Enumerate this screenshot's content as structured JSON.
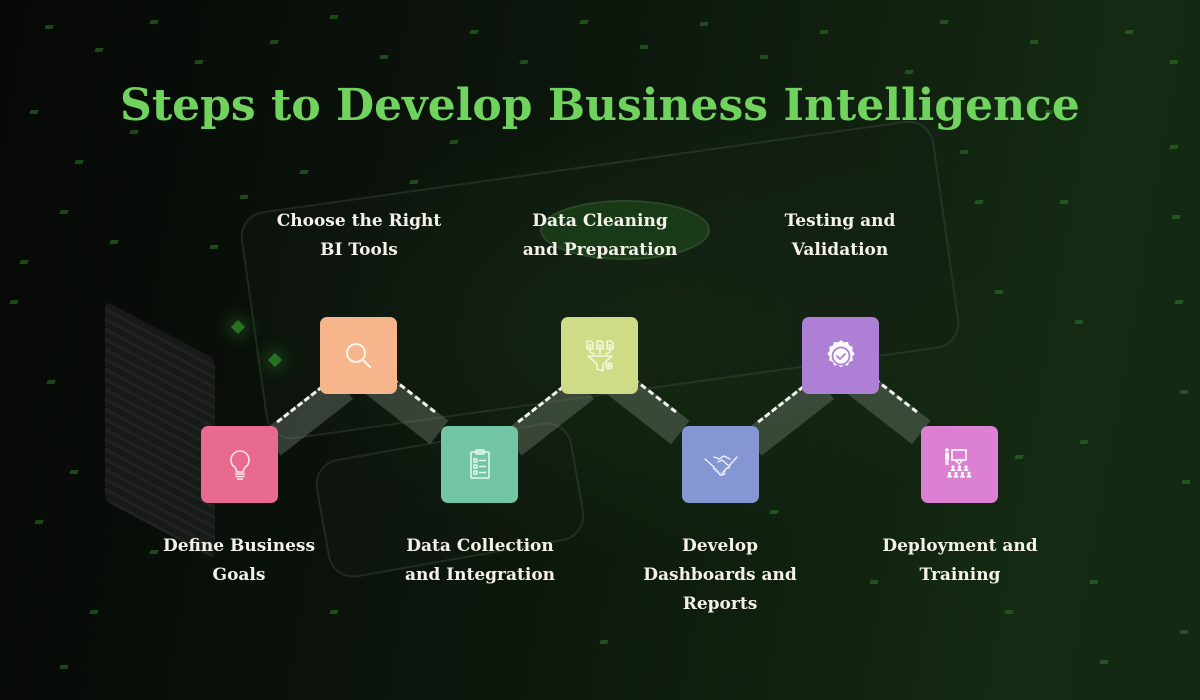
{
  "title": "Steps to Develop Business Intelligence",
  "colors": {
    "title": "#6fd35e",
    "label": "#f4f1ea",
    "background": "#0a110a"
  },
  "steps": [
    {
      "order": 1,
      "label_line1": "Define Business",
      "label_line2": "Goals",
      "label_line3": "",
      "icon": "lightbulb-icon",
      "color": "#e86a8f",
      "position": "bottom"
    },
    {
      "order": 2,
      "label_line1": "Choose the Right",
      "label_line2": "BI Tools",
      "label_line3": "",
      "icon": "search-icon",
      "color": "#f6b58a",
      "position": "top"
    },
    {
      "order": 3,
      "label_line1": "Data Collection",
      "label_line2": "and Integration",
      "label_line3": "",
      "icon": "clipboard-checklist-icon",
      "color": "#72c6a5",
      "position": "bottom"
    },
    {
      "order": 4,
      "label_line1": "Data Cleaning",
      "label_line2": "and Preparation",
      "label_line3": "",
      "icon": "data-funnel-icon",
      "color": "#cfdb87",
      "position": "top"
    },
    {
      "order": 5,
      "label_line1": "Develop",
      "label_line2": "Dashboards and",
      "label_line3": "Reports",
      "icon": "handshake-icon",
      "color": "#8497d2",
      "position": "bottom"
    },
    {
      "order": 6,
      "label_line1": "Testing and",
      "label_line2": "Validation",
      "label_line3": "",
      "icon": "verified-badge-icon",
      "color": "#ad80d6",
      "position": "top"
    },
    {
      "order": 7,
      "label_line1": "Deployment and",
      "label_line2": "Training",
      "label_line3": "",
      "icon": "presentation-training-icon",
      "color": "#dc80d4",
      "position": "bottom"
    }
  ]
}
